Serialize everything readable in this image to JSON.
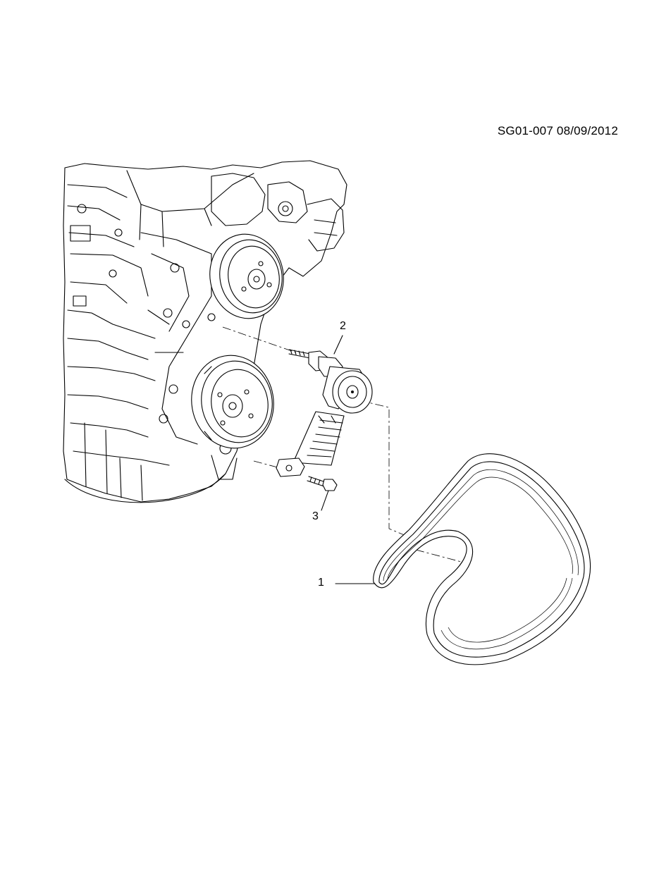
{
  "header": {
    "document_id": "SG01-007 08/09/2012"
  },
  "callouts": [
    {
      "number": "1"
    },
    {
      "number": "2"
    },
    {
      "number": "3"
    }
  ]
}
